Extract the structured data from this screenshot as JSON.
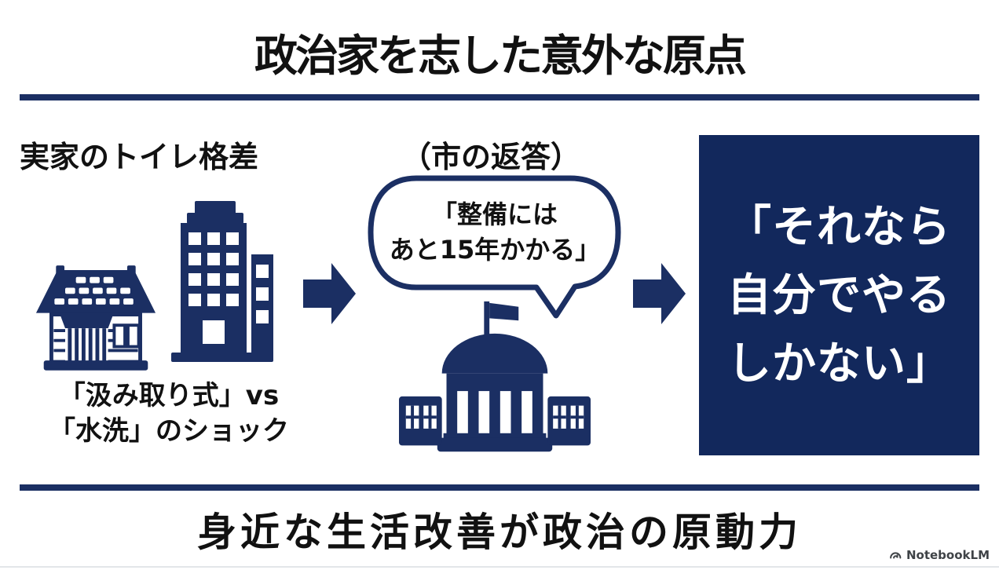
{
  "colors": {
    "navy": "#1b2f63",
    "box_navy": "#12285c",
    "ink": "#111111",
    "paper": "#ffffff",
    "watermark": "#3f4347",
    "edge": "#e3e6e9"
  },
  "header": {
    "title": "政治家を志した意外な原点"
  },
  "left_panel": {
    "label": "実家のトイレ格差",
    "caption_line1": "「汲み取り式」vs",
    "caption_line2": "「水洗」のショック",
    "icons": [
      "japanese-house-icon",
      "office-buildings-icon"
    ]
  },
  "middle_panel": {
    "label": "（市の返答）",
    "bubble_line1": "「整備には",
    "bubble_line2": "あと15年かかる」",
    "icon": "government-building-icon"
  },
  "right_panel": {
    "quote_line1": "「それなら",
    "quote_line2": "自分でやる",
    "quote_line3": "しかない」"
  },
  "flow": {
    "arrow_icon": "right-arrow-icon",
    "arrow_count": 2
  },
  "footer": {
    "title": "身近な生活改善が政治の原動力"
  },
  "watermark": {
    "label": "NotebookLM",
    "icon": "notebooklm-logo-icon"
  }
}
